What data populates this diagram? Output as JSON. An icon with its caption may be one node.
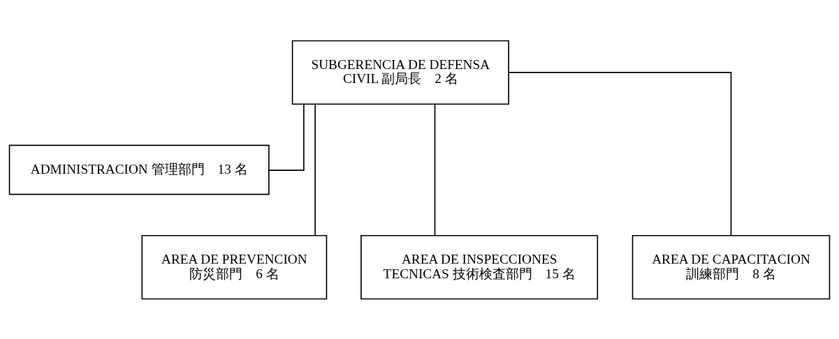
{
  "diagram": {
    "nodes": [
      {
        "text": [
          "SUBGERENCIA DE DEFENSA CIVIL 副局長　2 名"
        ]
      },
      {
        "text": [
          "ADMINISTRACION 管理部門　13 名"
        ]
      },
      {
        "text": [
          "AREA DE PREVENCION 防災部門　6 名"
        ]
      },
      {
        "text": [
          "AREA DE INSPECCIONES TECNICAS 技術検査部門　15 名"
        ]
      },
      {
        "text": [
          "AREA DE CAPACITACION 訓練部門　8 名"
        ]
      }
    ],
    "edges": [
      {
        "from": 0,
        "to": 1,
        "arrow": "none"
      },
      {
        "from": 0,
        "to": 2,
        "arrow": "none"
      },
      {
        "from": 0,
        "to": 3,
        "arrow": "none"
      },
      {
        "from": 0,
        "to": 4,
        "arrow": "none"
      }
    ]
  }
}
